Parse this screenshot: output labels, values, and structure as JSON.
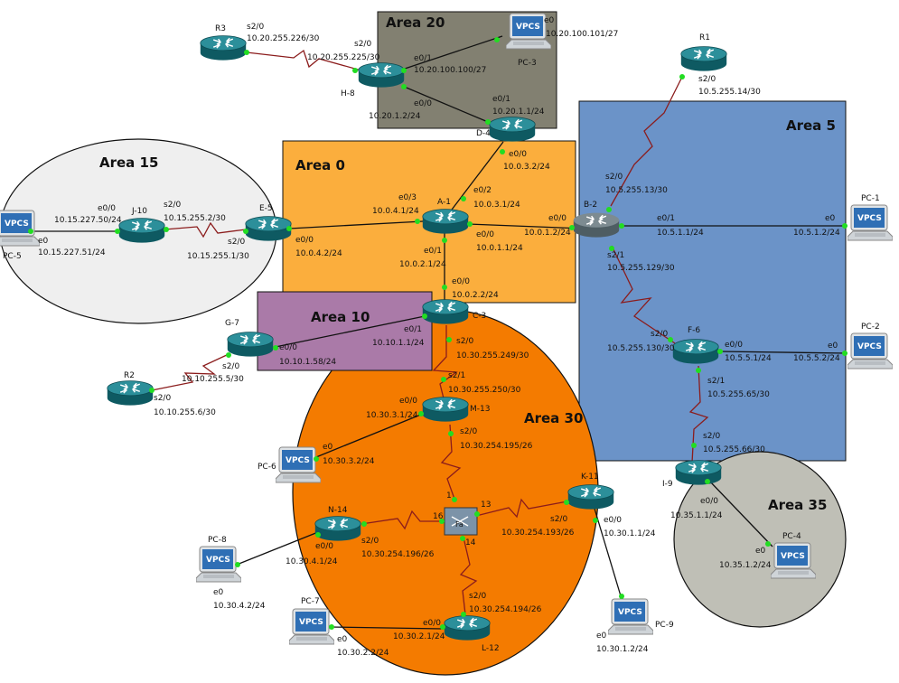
{
  "areas": {
    "a20": "Area 20",
    "a0": "Area 0",
    "a15": "Area 15",
    "a5": "Area 5",
    "a10": "Area 10",
    "a30": "Area 30",
    "a35": "Area 35"
  },
  "nodes": {
    "R3": "R3",
    "H8": "H-8",
    "D4": "D-4",
    "R1": "R1",
    "A1": "A-1",
    "B2": "B-2",
    "E5": "E-5",
    "J10": "J-10",
    "C3": "C-3",
    "G7": "G-7",
    "R2": "R2",
    "M13": "M-13",
    "F6": "F-6",
    "I9": "I-9",
    "K11": "K-11",
    "N14": "N-14",
    "L12": "L-12",
    "PC1": "PC-1",
    "PC2": "PC-2",
    "PC3": "PC-3",
    "PC4": "PC-4",
    "PC5": "PC-5",
    "PC6": "PC-6",
    "PC7": "PC-7",
    "PC8": "PC-8",
    "PC9": "PC-9",
    "vpcs": "VPCS",
    "fa": "Fa"
  },
  "labels": [
    "s2/0",
    "10.20.255.226/30",
    "s2/0",
    "10.20.255.225/30",
    "e0/1",
    "10.20.100.100/27",
    "e0",
    "10.20.100.101/27",
    "e0/0",
    "10.20.1.2/24",
    "e0/1",
    "10.20.1.1/24",
    "e0/0",
    "10.0.3.2/24",
    "e0/2",
    "10.0.3.1/24",
    "s2/0",
    "10.5.255.14/30",
    "s2/0",
    "10.5.255.13/30",
    "e0/3",
    "10.0.4.1/24",
    "e0/0",
    "10.0.4.2/24",
    "e0/0",
    "10.0.1.1/24",
    "e0/0",
    "10.0.1.2/24",
    "e0/1",
    "10.0.2.1/24",
    "e0/0",
    "10.0.2.2/24",
    "e0/1",
    "10.5.1.1/24",
    "e0",
    "10.5.1.2/24",
    "s2/1",
    "10.5.255.129/30",
    "s2/0",
    "10.5.255.130/30",
    "e0/0",
    "10.5.5.1/24",
    "e0",
    "10.5.5.2/24",
    "s2/1",
    "10.5.255.65/30",
    "s2/0",
    "10.5.255.66/30",
    "e0/0",
    "10.35.1.1/24",
    "e0",
    "10.35.1.2/24",
    "e0/0",
    "10.15.227.50/24",
    "e0",
    "10.15.227.51/24",
    "s2/0",
    "10.15.255.2/30",
    "s2/0",
    "10.15.255.1/30",
    "e0/1",
    "10.10.1.1/24",
    "e0/0",
    "10.10.1.58/24",
    "s2/0",
    "10.10.255.5/30",
    "s2/0",
    "10.10.255.6/30",
    "s2/0",
    "10.30.255.249/30",
    "s2/1",
    "10.30.255.250/30",
    "e0/0",
    "10.30.3.1/24",
    "e0",
    "10.30.3.2/24",
    "s2/0",
    "10.30.254.195/26",
    "1",
    "16",
    "13",
    "14",
    "s2/0",
    "10.30.254.193/26",
    "e0/0",
    "10.30.1.1/24",
    "e0",
    "10.30.1.2/24",
    "e0/0",
    "s2/0",
    "10.30.254.196/26",
    "10.30.4.1/24",
    "e0",
    "10.30.4.2/24",
    "s2/0",
    "10.30.254.194/26",
    "e0/0",
    "10.30.2.1/24",
    "e0",
    "10.30.2.2/24"
  ]
}
